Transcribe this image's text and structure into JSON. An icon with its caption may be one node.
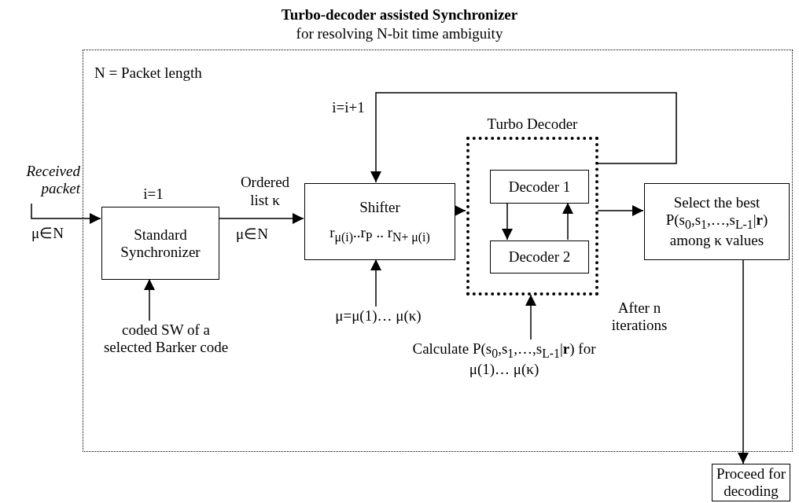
{
  "diagram": {
    "title": "Turbo-decoder assisted Synchronizer",
    "nodes": [
      {
        "text": [
          "N = Packet length"
        ]
      },
      {
        "text": [
          "Received packet"
        ]
      },
      {
        "text": [
          "Standard Synchronizer"
        ],
        "in": 0,
        "beside": [
          "i=1"
        ]
      },
      {
        "text": [
          "Shifter",
          "r$_{μ(i)}$..r$_{P}$ .. r$_{N+ μ(i)}$"
        ],
        "in": 0
      },
      {
        "text": [
          "Turbo Decoder"
        ],
        "in": 0,
        "beside": [
          "After n iterations"
        ]
      },
      {
        "text": [
          "Decoder 1"
        ],
        "in": 4
      },
      {
        "text": [
          "Decoder 2"
        ],
        "in": 4
      },
      {
        "text": [
          "Select the best P(s$_{0}$,s$_{1}$,…,s$_{L-1}$|**r**) among κ values"
        ],
        "in": 0
      },
      {
        "text": [
          "coded SW of a selected Barker code"
        ],
        "in": 0
      },
      {
        "text": [
          "μ=μ(1)… μ(κ)"
        ],
        "in": 0
      },
      {
        "text": [
          "Calculate P(s$_{0}$,s$_{1}$,…,s$_{L-1}$|**r**) for μ(1)… μ(κ)"
        ],
        "in": 0
      },
      {
        "text": [
          "Proceed for decoding"
        ]
      }
    ],
    "edges": [
      {
        "from": 1,
        "to": 2,
        "arrow": "to"
      },
      {
        "from": 2,
        "to": 3,
        "arrow": "to",
        "label": "Ordered list κ"
      },
      {
        "from": 8,
        "to": 2,
        "arrow": "to"
      },
      {
        "from": 9,
        "to": 3,
        "arrow": "to"
      },
      {
        "from": 3,
        "to": 4,
        "arrow": "to"
      },
      {
        "from": 5,
        "to": 6,
        "arrow": "to"
      },
      {
        "from": 6,
        "to": 5,
        "arrow": "to"
      },
      {
        "from": 4,
        "to": 7,
        "arrow": "to"
      },
      {
        "from": 4,
        "to": 3,
        "arrow": "to",
        "label": "i=i+1"
      },
      {
        "from": 10,
        "to": 4,
        "arrow": "to"
      },
      {
        "from": 7,
        "to": 11,
        "arrow": "to"
      }
    ],
    "labels": [
      "for resolving N-bit time ambiguity",
      "μ∈N",
      "μ∈N"
    ]
  }
}
